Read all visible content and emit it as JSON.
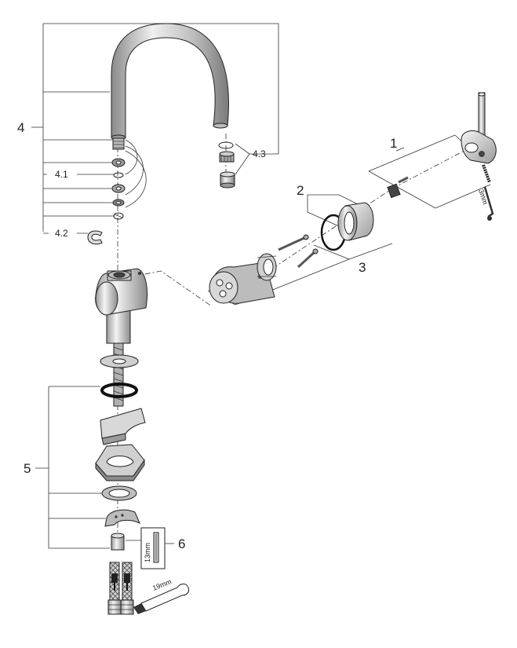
{
  "callouts": {
    "c1": "1",
    "c2": "2",
    "c3": "3",
    "c4": "4",
    "c4_1": "4.1",
    "c4_2": "4.2",
    "c4_3": "4.3",
    "c5": "5",
    "c6": "6"
  },
  "dimensions": {
    "hex_key": "3mm",
    "wrench_13": "13mm",
    "wrench_19": "19mm"
  },
  "colors": {
    "metal_light": "#d8d8d8",
    "metal_mid": "#a8a8a8",
    "metal_dark": "#6a6a6a",
    "line": "#222222"
  }
}
